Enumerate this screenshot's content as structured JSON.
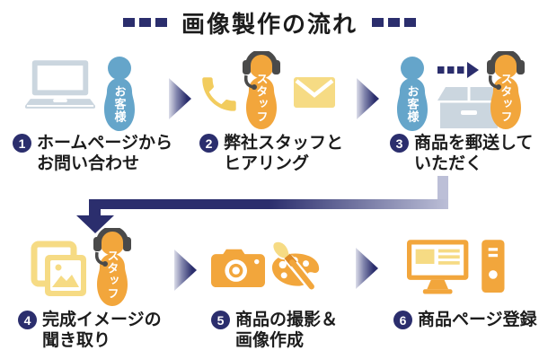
{
  "title": "画像製作の流れ",
  "labels": {
    "customer": "お客様",
    "staff": "スタッフ"
  },
  "steps": [
    {
      "num": "1",
      "line1": "ホームページから",
      "line2": "お問い合わせ"
    },
    {
      "num": "2",
      "line1": "弊社スタッフと",
      "line2": "ヒアリング"
    },
    {
      "num": "3",
      "line1": "商品を郵送して",
      "line2": "いただく"
    },
    {
      "num": "4",
      "line1": "完成イメージの",
      "line2": "聞き取り"
    },
    {
      "num": "5",
      "line1": "商品の撮影＆",
      "line2": "画像作成"
    },
    {
      "num": "6",
      "line1": "商品ページ登録",
      "line2": ""
    }
  ],
  "icons": [
    "laptop-icon",
    "customer-figure",
    "phone-icon",
    "staff-figure",
    "envelope-icon",
    "dashed-arrow-icon",
    "package-box-icon",
    "photos-icon",
    "camera-icon",
    "palette-brush-icon",
    "desktop-computer-icon",
    "flow-arrow-icon",
    "down-connector-arrow"
  ],
  "colors": {
    "navy": "#2b2e6d",
    "orange": "#f2a63c",
    "blue": "#65a5ca",
    "pale_yellow": "#f6db84",
    "gold": "#f2cc5e",
    "gray_blue": "#cbd6df",
    "headset_gray": "#4a4a4a",
    "text": "#1c1c1c"
  }
}
